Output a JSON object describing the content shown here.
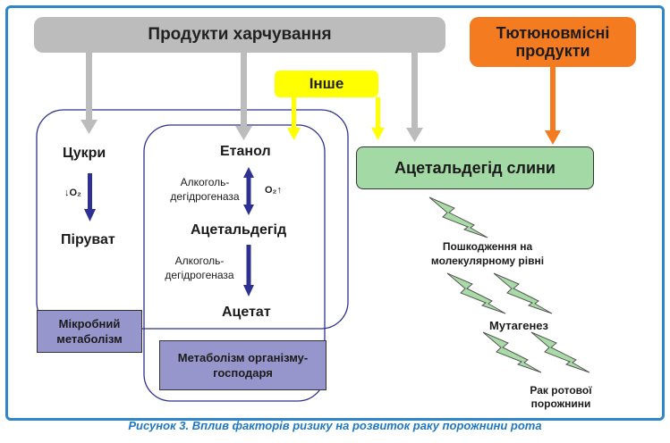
{
  "sources": {
    "food": "Продукти харчування",
    "tobacco": "Тютюновмісні продукти",
    "other": "Інше"
  },
  "microbial": {
    "sugars": "Цукри",
    "o2": "↓O₂",
    "pyruvate": "Піруват",
    "label": "Мікробний метаболізм"
  },
  "host": {
    "ethanol": "Етанол",
    "enzyme1": "Алкоголь-дегідрогеназа",
    "o2": "O₂↑",
    "acetaldehyde": "Ацетальдегід",
    "enzyme2": "Алкоголь-дегідрогеназа",
    "acetate": "Ацетат",
    "label": "Метаболізм організму-господаря"
  },
  "saliva": {
    "acetaldehyde": "Ацетальдегід слини"
  },
  "effects": {
    "damage": "Пошкодження на молекулярному рівні",
    "mutagenesis": "Мутагенез",
    "cancer": "Рак ротової порожнини"
  },
  "caption": "Рисунок 3. Вплив факторів ризику на розвиток раку порожнини рота",
  "colors": {
    "frame": "#2f86c8",
    "gray": "#bcbcbc",
    "orange": "#f47b20",
    "yellow": "#ffff00",
    "green": "#a3d9a5",
    "purple": "#9796cc",
    "navy": "#2e3192",
    "lightning": "#a9dba7"
  }
}
